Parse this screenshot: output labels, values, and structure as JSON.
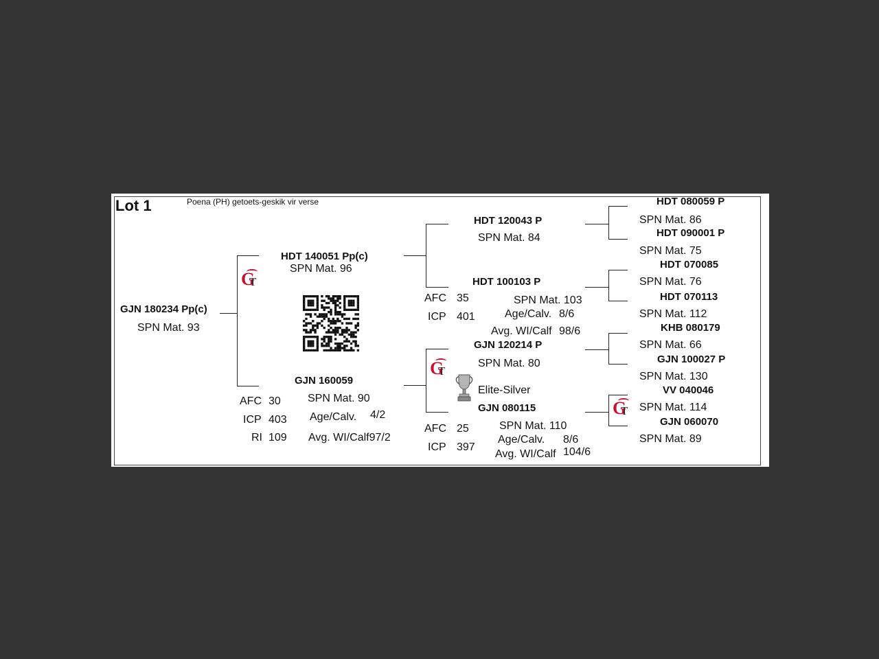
{
  "lot": {
    "title": "Lot 1",
    "subtitle": "Poena (PH) getoets-geskik vir verse"
  },
  "animal": {
    "id": "GJN 180234  Pp(c)",
    "spn": "SPN Mat. 93"
  },
  "sire": {
    "id": "HDT 140051  Pp(c)",
    "spn": "SPN Mat. 96"
  },
  "dam": {
    "id": "GJN 160059",
    "afc_label": "AFC",
    "afc": "30",
    "icp_label": "ICP",
    "icp": "403",
    "ri_label": "RI",
    "ri": "109",
    "spn": "SPN Mat. 90",
    "age_label": "Age/Calv.",
    "age": "4/2",
    "wi_label": "Avg. WI/Calf97/2"
  },
  "gen3": {
    "ss": {
      "id": "HDT 120043  P",
      "spn": "SPN Mat. 84"
    },
    "sd": {
      "id": "HDT 100103   P",
      "afc_label": "AFC",
      "afc": "35",
      "icp_label": "ICP",
      "icp": "401",
      "spn": "SPN Mat. 103",
      "age_label": "Age/Calv.",
      "age": "8/6",
      "wi_label": "Avg. WI/Calf",
      "wi": "98/6"
    },
    "ds": {
      "id": "GJN 120214  P",
      "spn": "SPN Mat. 80",
      "award": "Elite-Silver"
    },
    "dd": {
      "id": "GJN 080115",
      "afc_label": "AFC",
      "afc": "25",
      "icp_label": "ICP",
      "icp": "397",
      "spn": "SPN Mat. 110",
      "age_label": "Age/Calv.",
      "age": "8/6",
      "wi_label": "Avg. WI/Calf",
      "wi": "104/6"
    }
  },
  "gen4": [
    {
      "id": "HDT 080059  P",
      "spn": "SPN Mat. 86"
    },
    {
      "id": "HDT 090001  P",
      "spn": "SPN Mat. 75"
    },
    {
      "id": "HDT 070085",
      "spn": "SPN Mat. 76"
    },
    {
      "id": "HDT 070113",
      "spn": "SPN Mat. 112"
    },
    {
      "id": "KHB 080179",
      "spn": "SPN Mat. 66"
    },
    {
      "id": "GJN 100027  P",
      "spn": "SPN Mat. 130"
    },
    {
      "id": "VV  040046",
      "spn": "SPN Mat. 114"
    },
    {
      "id": "GJN 060070",
      "spn": "SPN Mat. 89"
    }
  ],
  "icons": {
    "breed_logo": "gt-logo-icon",
    "award": "trophy-icon",
    "code": "qr-code-icon"
  },
  "colors": {
    "logo_red": "#c8102e",
    "background": "#333333",
    "sheet": "#ffffff"
  }
}
